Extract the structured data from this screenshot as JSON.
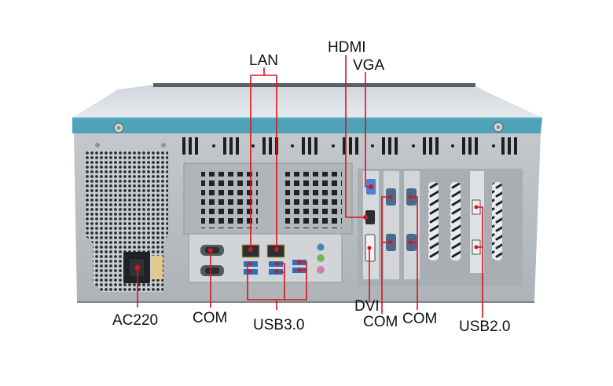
{
  "title": "Industrial PC chassis rear I/O diagram",
  "colors": {
    "callout_line": "#d8141c",
    "chassis_lid_top": "#d9dde2",
    "chassis_teal_edge": "#4ea3b9",
    "chassis_panel": "#b9bec3",
    "label_text": "#111111"
  },
  "labels": {
    "lan": "LAN",
    "hdmi": "HDMI",
    "vga": "VGA",
    "ac220": "AC220",
    "com_io": "COM",
    "usb30": "USB3.0",
    "dvi": "DVI",
    "com_card1": "COM",
    "com_card2": "COM",
    "usb20": "USB2.0"
  },
  "ports": [
    {
      "name": "AC220",
      "count": 1,
      "type": "power-inlet"
    },
    {
      "name": "COM",
      "count": 2,
      "location": "rear I/O shield"
    },
    {
      "name": "LAN",
      "count": 2,
      "type": "RJ45"
    },
    {
      "name": "USB3.0",
      "count": 6
    },
    {
      "name": "Audio",
      "count": 3,
      "colors": [
        "blue",
        "green",
        "pink"
      ]
    },
    {
      "name": "VGA",
      "count": 1
    },
    {
      "name": "HDMI",
      "count": 1
    },
    {
      "name": "DVI",
      "count": 1
    },
    {
      "name": "COM",
      "count": 4,
      "location": "expansion cards"
    },
    {
      "name": "USB2.0",
      "count": 2,
      "location": "expansion card bracket"
    }
  ]
}
